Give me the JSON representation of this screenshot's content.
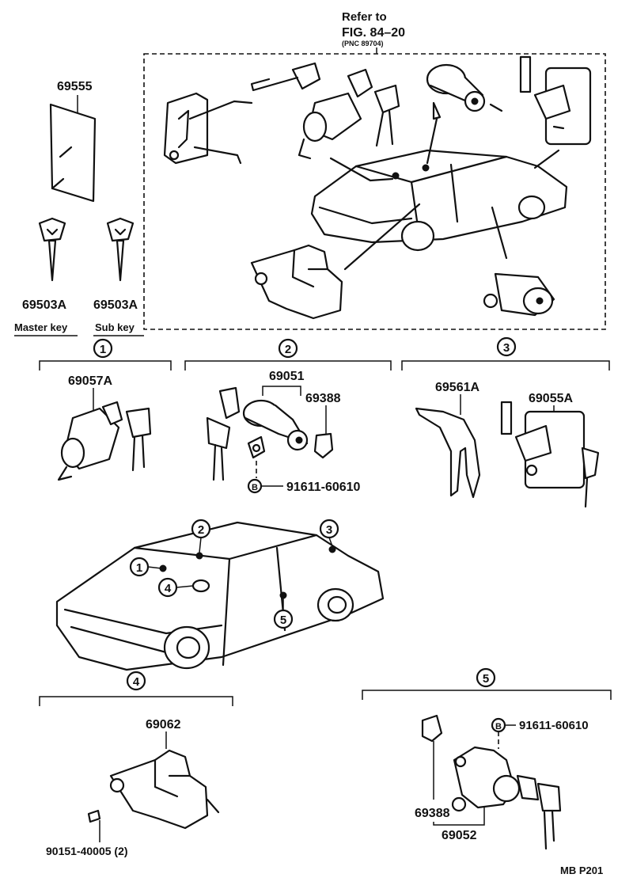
{
  "refer": {
    "line1": "Refer to",
    "line2": "FIG. 84–20",
    "line3": "(PNC 89704)"
  },
  "keys": {
    "plate_part": "69555",
    "master_part": "69503A",
    "sub_part": "69503A",
    "master_label": "Master key",
    "sub_label": "Sub key"
  },
  "groups": [
    {
      "marker": "1",
      "parts": [
        "69057A"
      ]
    },
    {
      "marker": "2",
      "parts": [
        "69051",
        "69388",
        "91611-60610"
      ],
      "bolt": "B"
    },
    {
      "marker": "3",
      "parts": [
        "69561A",
        "69055A"
      ]
    },
    {
      "marker": "4",
      "parts": [
        "69062",
        "90151-40005 (2)"
      ]
    },
    {
      "marker": "5",
      "parts": [
        "69388",
        "69052",
        "91611-60610"
      ],
      "bolt": "B"
    }
  ],
  "car_markers": [
    "1",
    "2",
    "3",
    "4",
    "5"
  ],
  "footer_code": "MB P201",
  "colors": {
    "ink": "#111111",
    "paper": "#ffffff"
  }
}
